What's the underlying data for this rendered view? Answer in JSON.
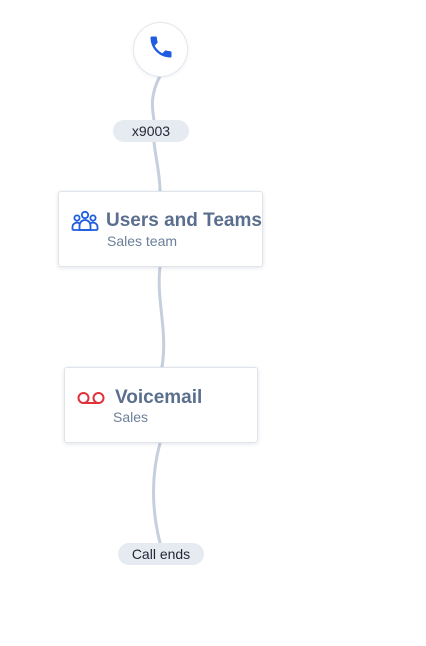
{
  "flow": {
    "start": {
      "icon": "phone-icon"
    },
    "extension_label": "x9003",
    "steps": [
      {
        "title": "Users and Teams",
        "subtitle": "Sales team",
        "icon": "users-group-icon",
        "icon_color": "#1f5ce0"
      },
      {
        "title": "Voicemail",
        "subtitle": "Sales",
        "icon": "voicemail-icon",
        "icon_color": "#e0303a"
      }
    ],
    "end_label": "Call ends"
  },
  "colors": {
    "connector": "#c5cfdd",
    "phone": "#1f5ce0",
    "title_text": "#5a6f8d",
    "pill_bg": "#e6ebf2"
  }
}
